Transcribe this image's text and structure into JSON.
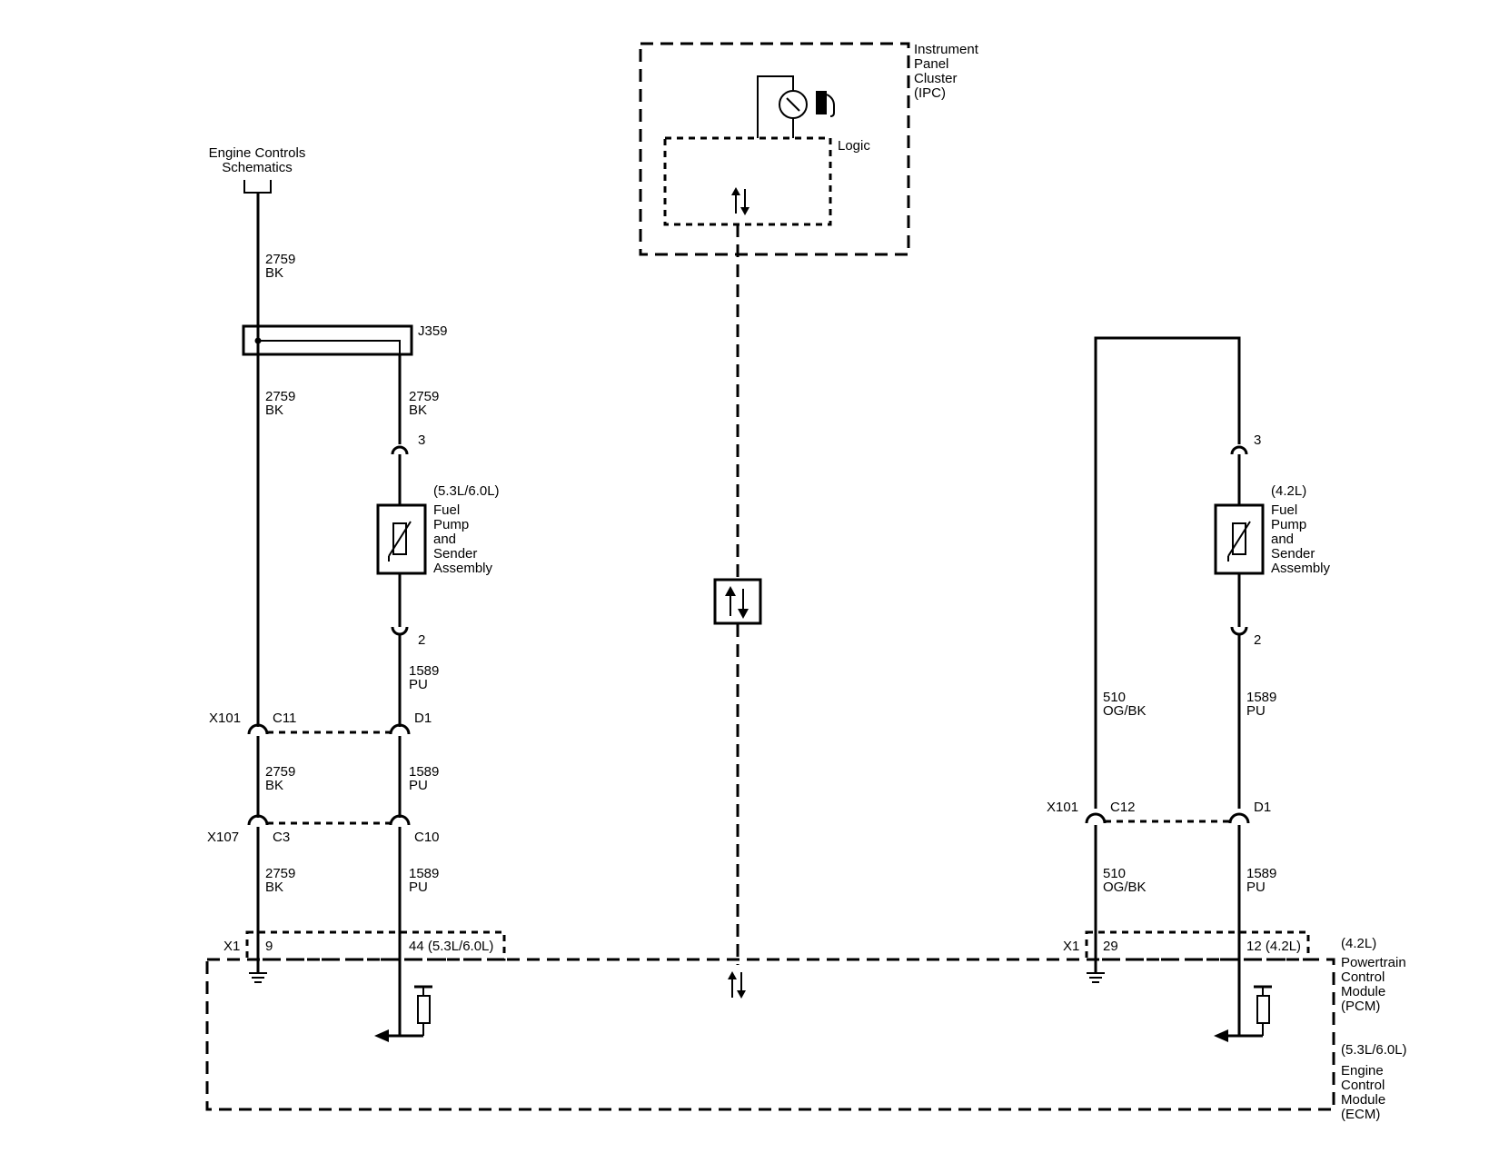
{
  "ipc": {
    "name_lines": [
      "Instrument",
      "Panel",
      "Cluster",
      "(IPC)"
    ],
    "logic_label": "Logic"
  },
  "engine_controls": {
    "lines": [
      "Engine Controls",
      "Schematics"
    ]
  },
  "splice": {
    "id": "J359"
  },
  "wires": {
    "bk": {
      "circuit": "2759",
      "color": "BK"
    },
    "pu": {
      "circuit": "1589",
      "color": "PU"
    },
    "og": {
      "circuit": "510",
      "color": "OG/BK"
    }
  },
  "left_sender": {
    "variant": "(5.3L/6.0L)",
    "name_lines": [
      "Fuel",
      "Pump",
      "and",
      "Sender",
      "Assembly"
    ],
    "pin_top": "3",
    "pin_bottom": "2"
  },
  "right_sender": {
    "variant": "(4.2L)",
    "name_lines": [
      "Fuel",
      "Pump",
      "and",
      "Sender",
      "Assembly"
    ],
    "pin_top": "3",
    "pin_bottom": "2"
  },
  "connectors": {
    "left_x101": {
      "name": "X101",
      "pin_a": "C11",
      "pin_b": "D1"
    },
    "left_x107": {
      "name": "X107",
      "pin_a": "C3",
      "pin_b": "C10"
    },
    "right_x101": {
      "name": "X101",
      "pin_a": "C12",
      "pin_b": "D1"
    }
  },
  "module_pins": {
    "left": {
      "connector": "X1",
      "pin_a": "9",
      "pin_b": "44 (5.3L/6.0L)"
    },
    "right": {
      "connector": "X1",
      "pin_a": "29",
      "pin_b": "12 (4.2L)"
    }
  },
  "module": {
    "pcm_variant": "(4.2L)",
    "pcm_lines": [
      "Powertrain",
      "Control",
      "Module",
      "(PCM)"
    ],
    "ecm_variant": "(5.3L/6.0L)",
    "ecm_lines": [
      "Engine",
      "Control",
      "Module",
      "(ECM)"
    ]
  },
  "icons": [
    "fuel-gauge-icon",
    "fuel-pump-icon",
    "serial-data-icon",
    "ground-icon",
    "sender-resistor-icon",
    "pullup-resistor-icon",
    "signal-arrow-icon"
  ]
}
